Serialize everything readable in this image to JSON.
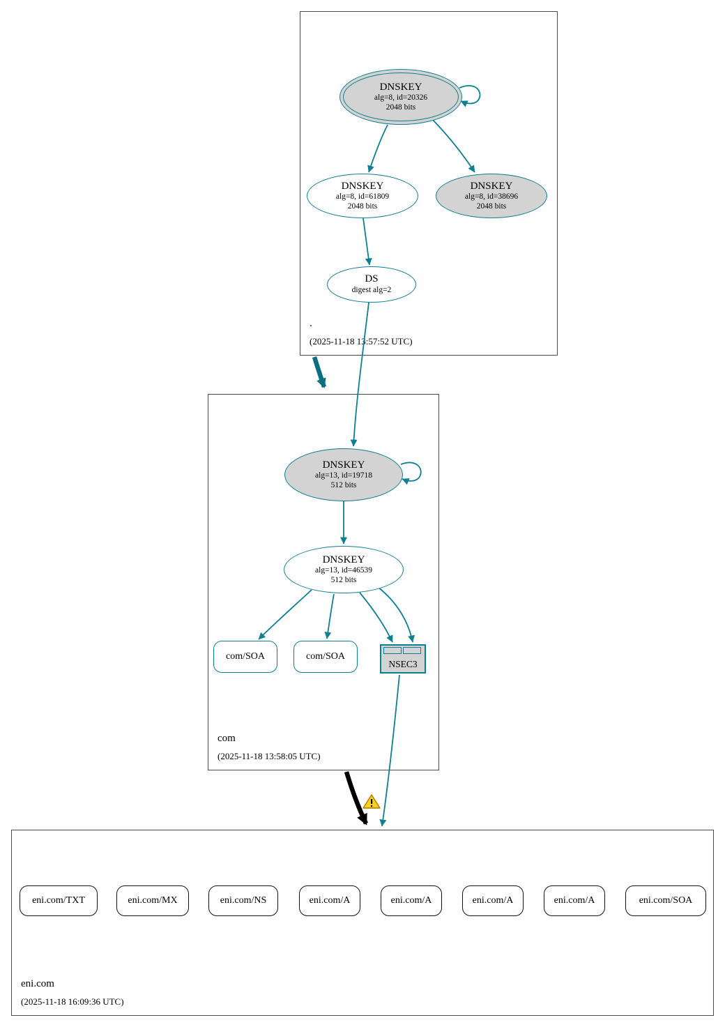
{
  "colors": {
    "teal": "#0e7f90",
    "teal_dark": "#0c6e7e",
    "gray": "#d3d3d3",
    "warn": "#fcd116"
  },
  "zones": {
    "root": {
      "label": ".",
      "timestamp": "(2025-11-18 13:57:52 UTC)",
      "nodes": {
        "ksk": {
          "title": "DNSKEY",
          "detail": "alg=8, id=20326",
          "bits": "2048 bits"
        },
        "zsk": {
          "title": "DNSKEY",
          "detail": "alg=8, id=61809",
          "bits": "2048 bits"
        },
        "ksk2": {
          "title": "DNSKEY",
          "detail": "alg=8, id=38696",
          "bits": "2048 bits"
        },
        "ds": {
          "title": "DS",
          "detail": "digest alg=2"
        }
      }
    },
    "com": {
      "label": "com",
      "timestamp": "(2025-11-18 13:58:05 UTC)",
      "nodes": {
        "ksk": {
          "title": "DNSKEY",
          "detail": "alg=13, id=19718",
          "bits": "512 bits"
        },
        "zsk": {
          "title": "DNSKEY",
          "detail": "alg=13, id=46539",
          "bits": "512 bits"
        },
        "soa1": {
          "label": "com/SOA"
        },
        "soa2": {
          "label": "com/SOA"
        },
        "nsec3": {
          "label": "NSEC3"
        }
      }
    },
    "eni": {
      "label": "eni.com",
      "timestamp": "(2025-11-18 16:09:36 UTC)",
      "rrsets": [
        {
          "label": "eni.com/TXT"
        },
        {
          "label": "eni.com/MX"
        },
        {
          "label": "eni.com/NS"
        },
        {
          "label": "eni.com/A"
        },
        {
          "label": "eni.com/A"
        },
        {
          "label": "eni.com/A"
        },
        {
          "label": "eni.com/A"
        },
        {
          "label": "eni.com/SOA"
        }
      ]
    }
  }
}
